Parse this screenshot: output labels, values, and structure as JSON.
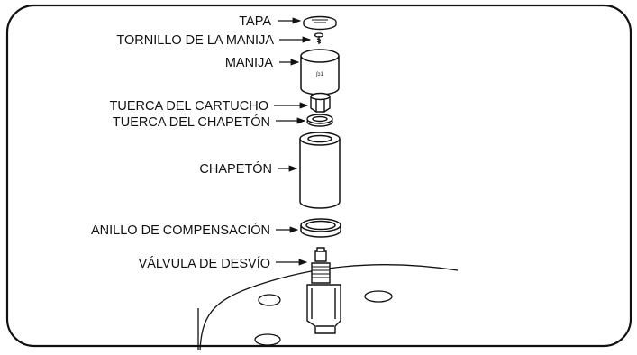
{
  "labels": {
    "tapa": "TAPA",
    "tornillo": "TORNILLO DE LA MANIJA",
    "manija": "MANIJA",
    "tuerca_cartucho": "TUERCA DEL CARTUCHO",
    "tuerca_chapeton": "TUERCA DEL CHAPETÓN",
    "chapeton": "CHAPETÓN",
    "anillo": "ANILLO DE COMPENSACIÓN",
    "valvula": "VÁLVULA DE DESVÍO"
  },
  "colors": {
    "stroke": "#111111",
    "background": "#ffffff"
  }
}
